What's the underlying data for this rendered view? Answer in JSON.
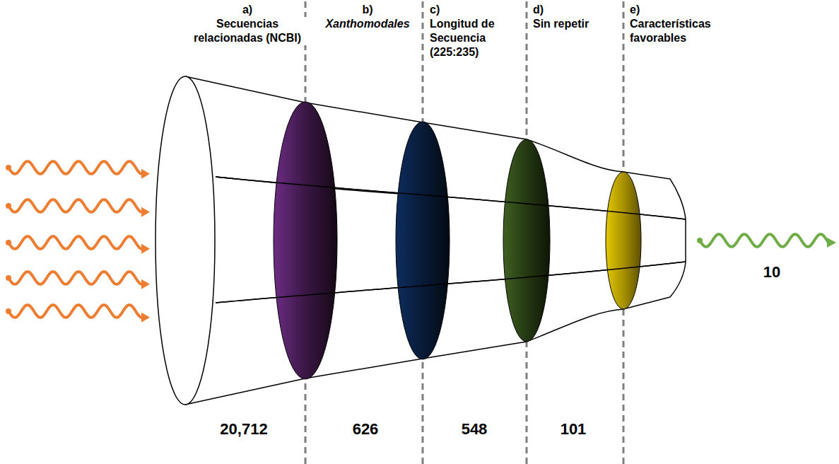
{
  "diagram": {
    "labels": [
      "a)",
      "Secuencias relacionadas (NCBI)",
      "b)",
      "Xanthomodales",
      "c)",
      "Longitud de Secuencia (225:235)",
      "d)",
      "Sin repetir",
      "e)",
      "Características favorables",
      "20,712",
      "626",
      "548",
      "101",
      "10"
    ]
  }
}
